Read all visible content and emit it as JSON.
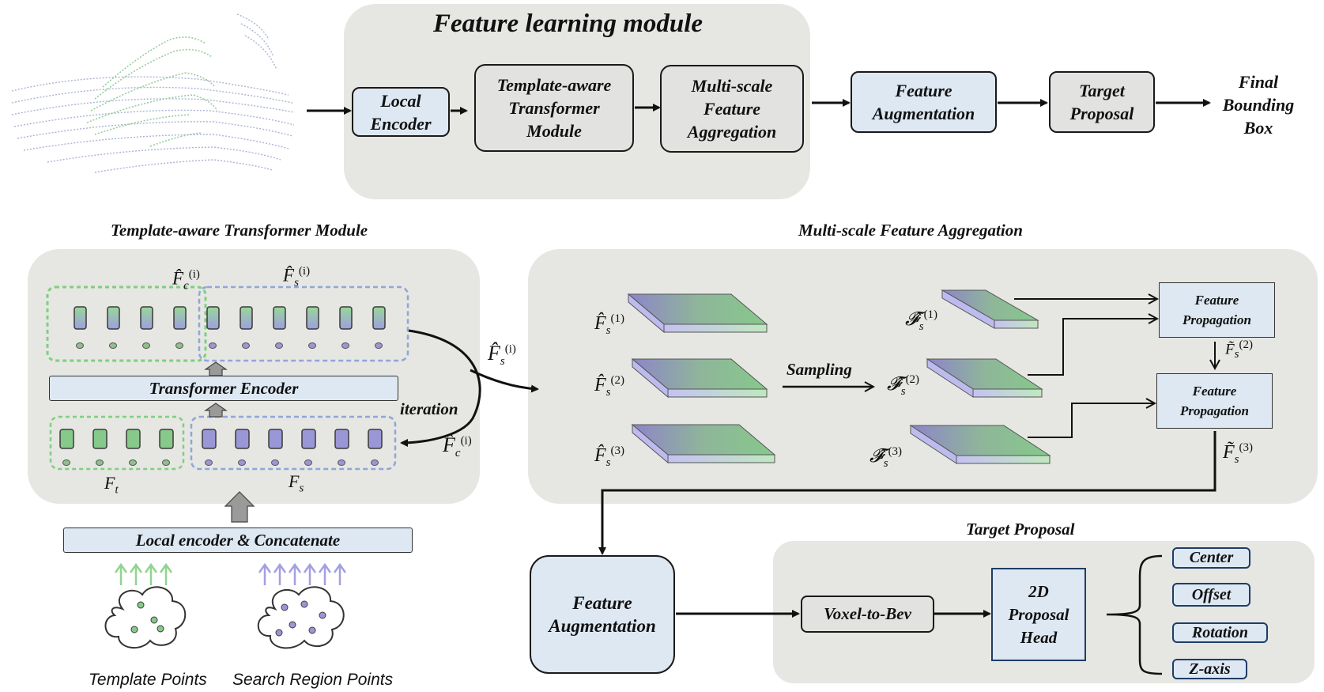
{
  "top": {
    "module_title": "Feature learning module",
    "local_encoder": "Local\nEncoder",
    "template_aware": "Template-aware\nTransformer\nModule",
    "multi_scale": "Multi-scale\nFeature\nAggregation",
    "feature_aug": "Feature\nAugmentation",
    "target_proposal": "Target\nProposal",
    "final_box": "Final\nBounding\nBox"
  },
  "tatm": {
    "title": "Template-aware Transformer Module",
    "fc_hat": "F̂",
    "fc_sub": "c",
    "fs_hat": "F̂",
    "fs_sub": "s",
    "sup_i": "(i)",
    "transformer_encoder": "Transformer Encoder",
    "iteration": "iteration",
    "ft": "F",
    "ft_sub": "t",
    "fs": "F",
    "fs_sub2": "s",
    "local_concat": "Local encoder & Concatenate",
    "template_points": "Template Points",
    "search_points": "Search Region Points"
  },
  "msfa": {
    "title": "Multi-scale Feature Aggregation",
    "sampling": "Sampling",
    "f_hat": "F̂",
    "f_cal": "𝓕̂",
    "f_tilde": "F̃",
    "sub_s": "s",
    "sup1": "(1)",
    "sup2": "(2)",
    "sup3": "(3)",
    "feature_propagation": "Feature\nPropagation"
  },
  "bottom": {
    "feature_aug": "Feature\nAugmentation",
    "tp_title": "Target Proposal",
    "voxel_to_bev": "Voxel-to-Bev",
    "proposal_head": "2D\nProposal\nHead",
    "outputs": [
      "Center",
      "Offset",
      "Rotation",
      "Z-axis"
    ]
  },
  "colors": {
    "panel": "#e6e6e3",
    "blue_fill": "#dde8f3",
    "green": "#7dbf7a",
    "purple": "#9a97d6",
    "dash_green": "#7fcf7f",
    "dash_blue": "#8fa6d8"
  }
}
